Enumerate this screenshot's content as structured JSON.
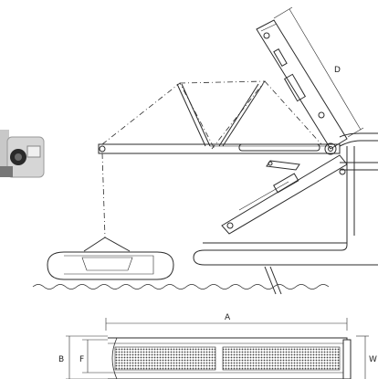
{
  "dimension_labels": {
    "side_view": {
      "D": "D"
    },
    "top_view": {
      "A": "A",
      "B": "B",
      "F": "F",
      "W": "W"
    }
  },
  "product_photo": {
    "icon": "control-unit-photo"
  },
  "colors": {
    "line": "#2b2b2b",
    "hatch": "#555555",
    "photo_gray": "#9a9a9a"
  }
}
